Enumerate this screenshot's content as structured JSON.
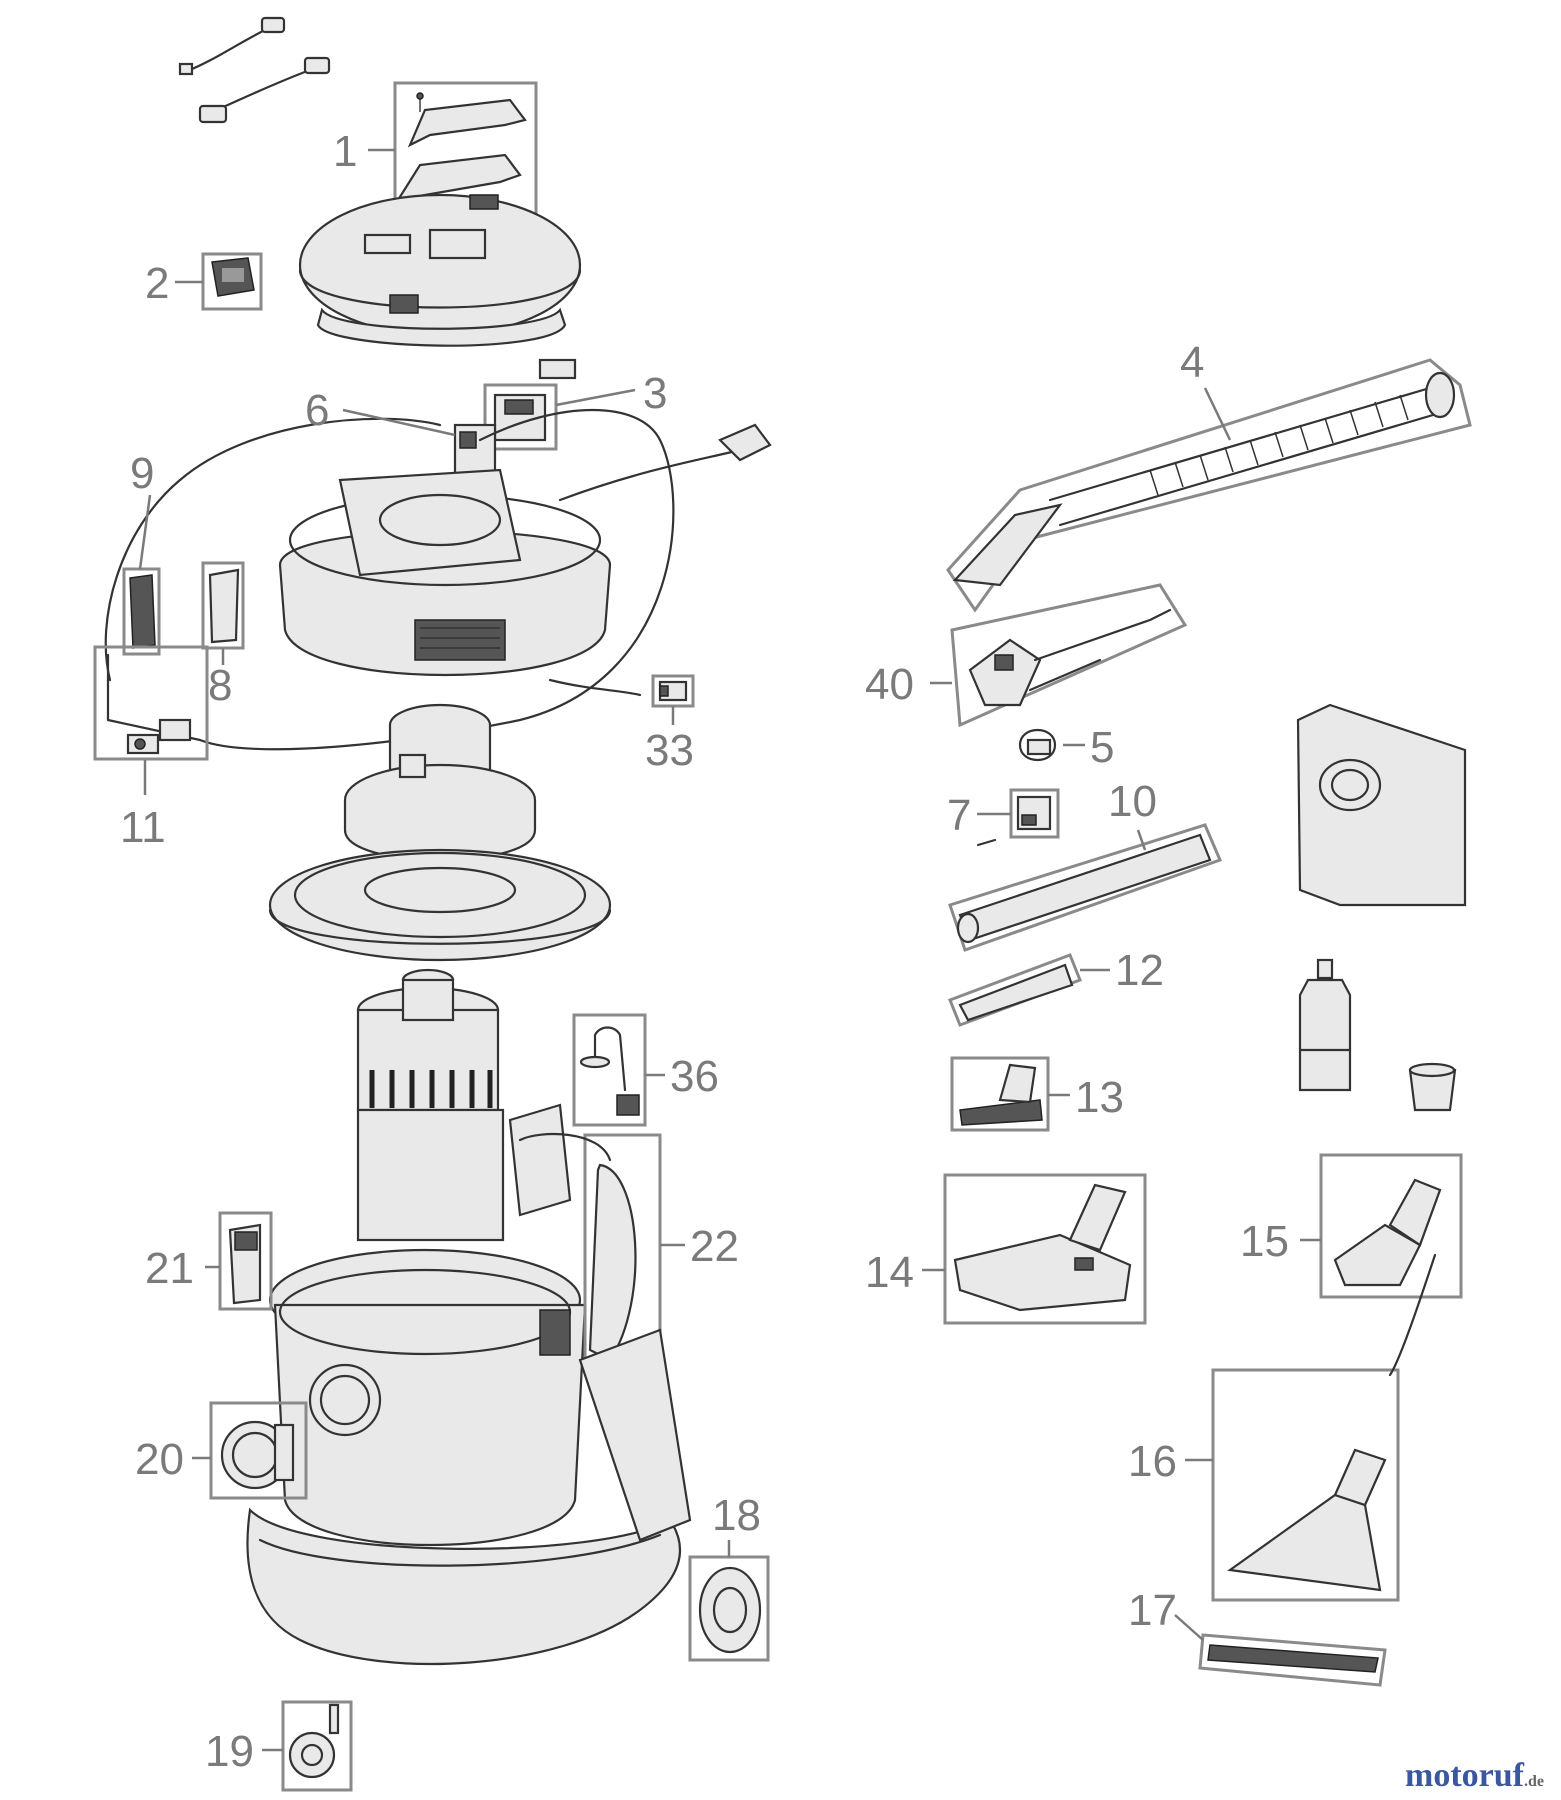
{
  "diagram": {
    "part_labels": [
      "1",
      "2",
      "3",
      "4",
      "5",
      "6",
      "7",
      "8",
      "9",
      "10",
      "11",
      "12",
      "13",
      "14",
      "15",
      "16",
      "17",
      "18",
      "19",
      "20",
      "21",
      "22",
      "33",
      "36",
      "40"
    ]
  },
  "watermark": {
    "brand_main": "motoruf",
    "brand_tld": ".de"
  }
}
